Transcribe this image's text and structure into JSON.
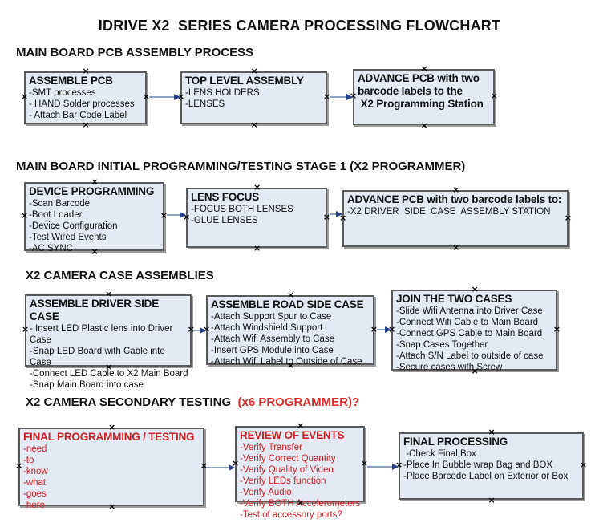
{
  "title": "IDRIVE X2  SERIES CAMERA PROCESSING FLOWCHART",
  "colors": {
    "box_fill": "#e3eaf4",
    "box_border": "#5a5a5a",
    "box_shadow": "#9b9b9b",
    "arrow_line": "#8ba3c7",
    "arrow_head": "#27408b",
    "red_text": "#cc2127",
    "heading_red": "#d92b28",
    "text": "#111111"
  },
  "sections": [
    {
      "heading": "MAIN BOARD PCB ASSEMBLY PROCESS",
      "boxes": [
        {
          "title": "ASSEMBLE PCB",
          "items": [
            "-SMT processes",
            "- HAND Solder processes",
            "- Attach Bar Code Label"
          ]
        },
        {
          "title": "TOP LEVEL ASSEMBLY",
          "items": [
            "-LENS HOLDERS",
            "-LENSES"
          ]
        },
        {
          "title": "ADVANCE PCB with two\nbarcode labels to the\n X2 Programming Station",
          "items": []
        }
      ]
    },
    {
      "heading": "MAIN BOARD INITIAL PROGRAMMING/TESTING STAGE 1 (X2 PROGRAMMER)",
      "boxes": [
        {
          "title": "DEVICE PROGRAMMING",
          "items": [
            "-Scan Barcode",
            "-Boot Loader",
            "-Device Configuration",
            "-Test Wired Events",
            "-AC SYNC"
          ]
        },
        {
          "title": "LENS FOCUS",
          "items": [
            "-FOCUS BOTH LENSES",
            "-GLUE LENSES"
          ]
        },
        {
          "title": "ADVANCE PCB with two barcode labels to:",
          "items": [
            "-X2 DRIVER  SIDE  CASE  ASSEMBLY STATION"
          ]
        }
      ]
    },
    {
      "heading": "X2 CAMERA CASE ASSEMBLIES",
      "boxes": [
        {
          "title": "ASSEMBLE DRIVER SIDE CASE",
          "items": [
            "- Insert LED Plastic lens into Driver Case",
            "-Snap LED Board with Cable into Case",
            "-Connect LED Cable to X2 Main Board",
            "-Snap Main Board into case"
          ]
        },
        {
          "title": "ASSEMBLE ROAD SIDE CASE",
          "items": [
            "-Attach Support Spur to Case",
            "-Attach Windshield Support",
            "-Attach Wifi Assembly to Case",
            "-Insert GPS Module into Case",
            "-Attach Wifi Label to Outside of Case"
          ]
        },
        {
          "title": "JOIN THE TWO CASES",
          "items": [
            "-Slide Wifi Antenna into Driver Case",
            "-Connect Wifi Cable to Main Board",
            "-Connect GPS Cable to Main Board",
            "-Snap Cases Together",
            "-Attach S/N Label to outside of case",
            "-Secure cases with Screw"
          ]
        }
      ]
    },
    {
      "heading": "X2 CAMERA SECONDARY TESTING ",
      "heading_red": " (x6 PROGRAMMER)?",
      "boxes": [
        {
          "title": "FINAL PROGRAMMING / TESTING",
          "items": [
            "-need",
            "-to",
            "-know",
            "-what",
            "-goes",
            "-here"
          ]
        },
        {
          "title": "REVIEW OF EVENTS",
          "items": [
            "-Verify Transfer",
            "-Verify Correct Quantity",
            "-Verify Quality of Video",
            "-Verify LEDs function",
            "-Verify Audio",
            "-Verify BOTH Accelerometers",
            "-Test of accessory ports?"
          ]
        },
        {
          "title": "FINAL PROCESSING",
          "items": [
            " -Check Final Box",
            "-Place In Bubble wrap Bag and BOX",
            "-Place Barcode Label on Exterior or Box"
          ]
        }
      ]
    }
  ]
}
